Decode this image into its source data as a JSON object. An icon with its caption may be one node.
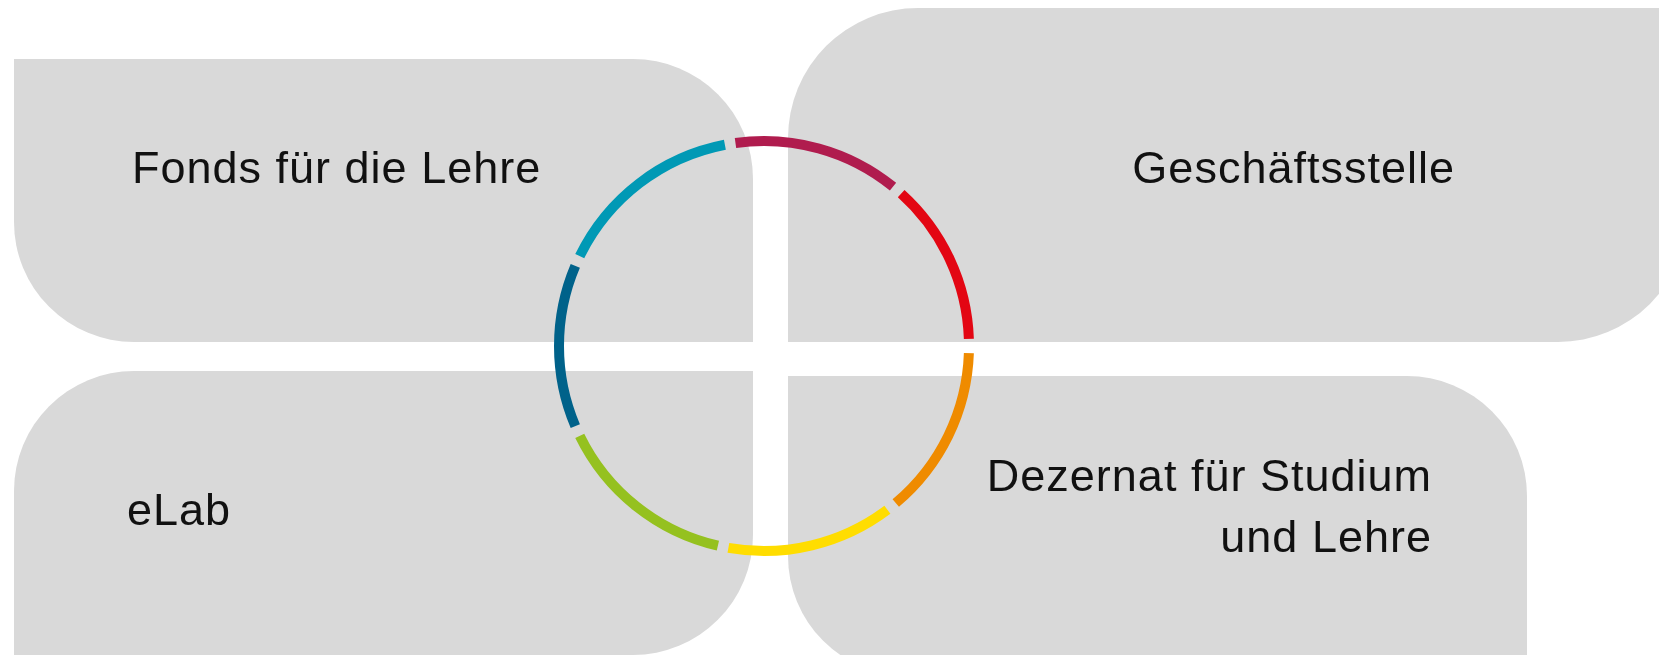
{
  "diagram": {
    "nodes": [
      {
        "text": [
          "Fonds für die Lehre"
        ]
      },
      {
        "text": [
          "Geschäftsstelle"
        ]
      },
      {
        "text": [
          "eLab"
        ]
      },
      {
        "text": [
          "Dezernat für Studium und Lehre"
        ]
      }
    ]
  }
}
